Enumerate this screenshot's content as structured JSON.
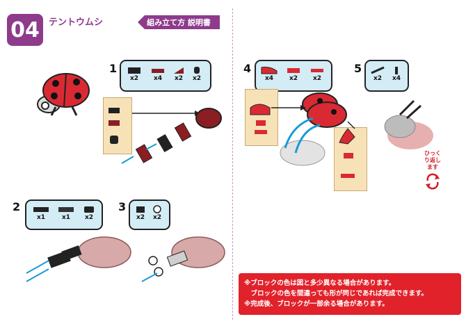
{
  "header": {
    "step_badge": "04",
    "title": "テントウムシ",
    "manual_tag": "組み立て方 説明書"
  },
  "steps": [
    {
      "number": "1",
      "parts": [
        {
          "qty": "x2"
        },
        {
          "qty": "x4"
        },
        {
          "qty": "x2"
        },
        {
          "qty": "x2"
        }
      ]
    },
    {
      "number": "2",
      "parts": [
        {
          "qty": "x1"
        },
        {
          "qty": "x1"
        },
        {
          "qty": "x2"
        }
      ]
    },
    {
      "number": "3",
      "parts": [
        {
          "qty": "x2"
        },
        {
          "qty": "x2"
        }
      ]
    },
    {
      "number": "4",
      "parts": [
        {
          "qty": "x4"
        },
        {
          "qty": "x2"
        },
        {
          "qty": "x2"
        }
      ]
    },
    {
      "number": "5",
      "parts": [
        {
          "qty": "x2"
        },
        {
          "qty": "x4"
        }
      ]
    }
  ],
  "flip_note": "ひっくり返します",
  "notice": {
    "line1": "※ブロックの色は図と多少異なる場合があります。",
    "line2": "　ブロックの色を間違っても形が同じであれば完成できます。",
    "line3": "※完成後、ブロックが一部余る場合があります。"
  },
  "colors": {
    "accent_purple": "#8e3b8c",
    "part_box": "#d3ecf6",
    "notice_red": "#e1222b",
    "brick_red": "#d92a34",
    "arrow_blue": "#1a9ad6"
  }
}
